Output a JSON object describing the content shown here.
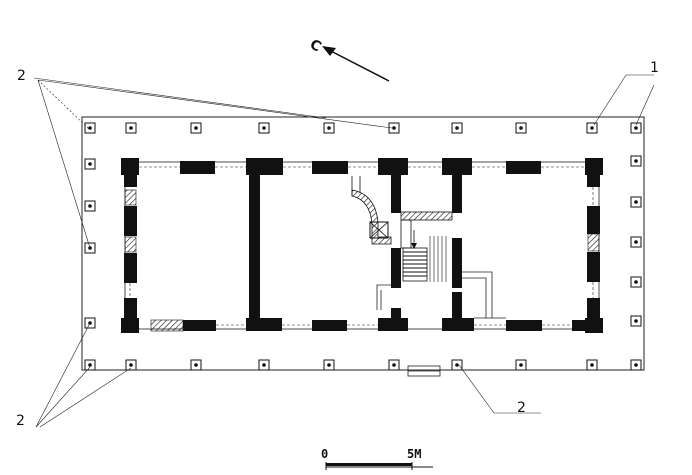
{
  "labels": {
    "callout_1": "1",
    "callout_2_top_left": "2",
    "callout_2_bottom_left": "2",
    "callout_2_bottom_center": "2"
  },
  "north_arrow": {
    "letter": "С"
  },
  "scale_bar": {
    "zero": "0",
    "end": "5М"
  },
  "colors": {
    "ink": "#111111",
    "paper": "#ffffff"
  }
}
